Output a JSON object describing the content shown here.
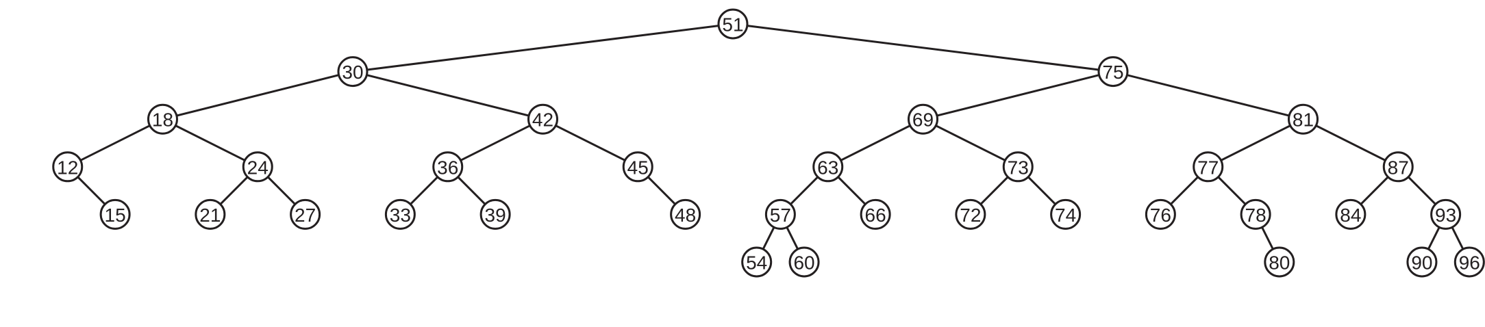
{
  "tree": {
    "colors": {
      "stroke": "#231f20",
      "node_fill": "#ffffff",
      "text": "#231f20"
    },
    "root": {
      "value": "51",
      "children": [
        {
          "value": "30",
          "children": [
            {
              "value": "18",
              "children": [
                {
                  "value": "12",
                  "children": [
                    null,
                    {
                      "value": "15",
                      "children": []
                    }
                  ]
                },
                {
                  "value": "24",
                  "children": [
                    {
                      "value": "21",
                      "children": []
                    },
                    {
                      "value": "27",
                      "children": []
                    }
                  ]
                }
              ]
            },
            {
              "value": "42",
              "children": [
                {
                  "value": "36",
                  "children": [
                    {
                      "value": "33",
                      "children": []
                    },
                    {
                      "value": "39",
                      "children": []
                    }
                  ]
                },
                {
                  "value": "45",
                  "children": [
                    null,
                    {
                      "value": "48",
                      "children": []
                    }
                  ]
                }
              ]
            }
          ]
        },
        {
          "value": "75",
          "children": [
            {
              "value": "69",
              "children": [
                {
                  "value": "63",
                  "children": [
                    {
                      "value": "57",
                      "children": [
                        {
                          "value": "54",
                          "children": []
                        },
                        {
                          "value": "60",
                          "children": []
                        }
                      ]
                    },
                    {
                      "value": "66",
                      "children": []
                    }
                  ]
                },
                {
                  "value": "73",
                  "children": [
                    {
                      "value": "72",
                      "children": []
                    },
                    {
                      "value": "74",
                      "children": []
                    }
                  ]
                }
              ]
            },
            {
              "value": "81",
              "children": [
                {
                  "value": "77",
                  "children": [
                    {
                      "value": "76",
                      "children": []
                    },
                    {
                      "value": "78",
                      "children": [
                        null,
                        {
                          "value": "80",
                          "children": []
                        }
                      ]
                    }
                  ]
                },
                {
                  "value": "87",
                  "children": [
                    {
                      "value": "84",
                      "children": []
                    },
                    {
                      "value": "93",
                      "children": [
                        {
                          "value": "90",
                          "children": []
                        },
                        {
                          "value": "96",
                          "children": []
                        }
                      ]
                    }
                  ]
                }
              ]
            }
          ]
        }
      ]
    }
  }
}
